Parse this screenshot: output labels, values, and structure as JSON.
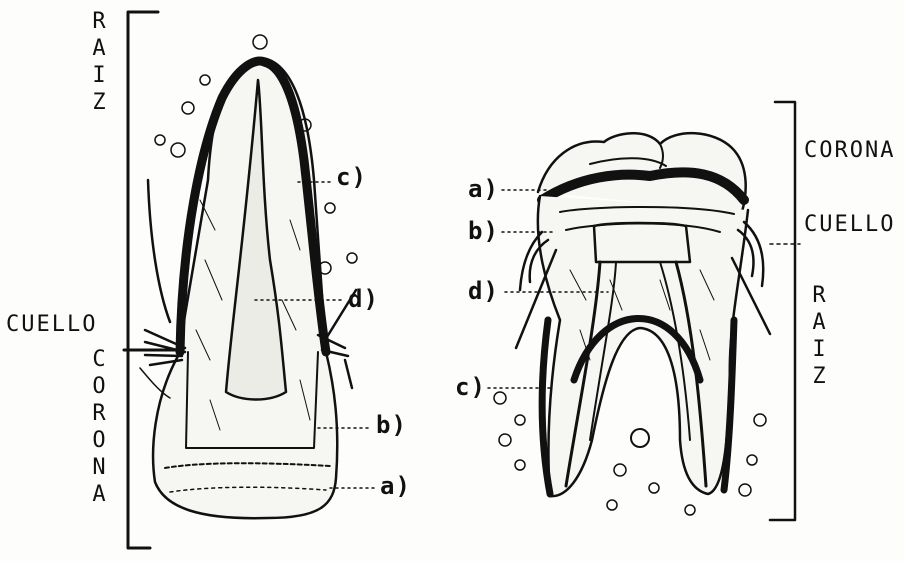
{
  "incisor": {
    "raiz_letters": [
      "R",
      "A",
      "I",
      "Z"
    ],
    "cuello": "CUELLO",
    "corona_letters": [
      "C",
      "O",
      "R",
      "O",
      "N",
      "A"
    ],
    "parts": {
      "a": "a)",
      "b": "b)",
      "c": "c)",
      "d": "d)"
    }
  },
  "molar": {
    "corona": "CORONA",
    "cuello": "CUELLO",
    "raiz_letters": [
      "R",
      "A",
      "I",
      "Z"
    ],
    "parts": {
      "a": "a)",
      "b": "b)",
      "c": "c)",
      "d": "d)"
    }
  },
  "colors": {
    "ink": "#111111",
    "paper": "#fdfdfb"
  }
}
